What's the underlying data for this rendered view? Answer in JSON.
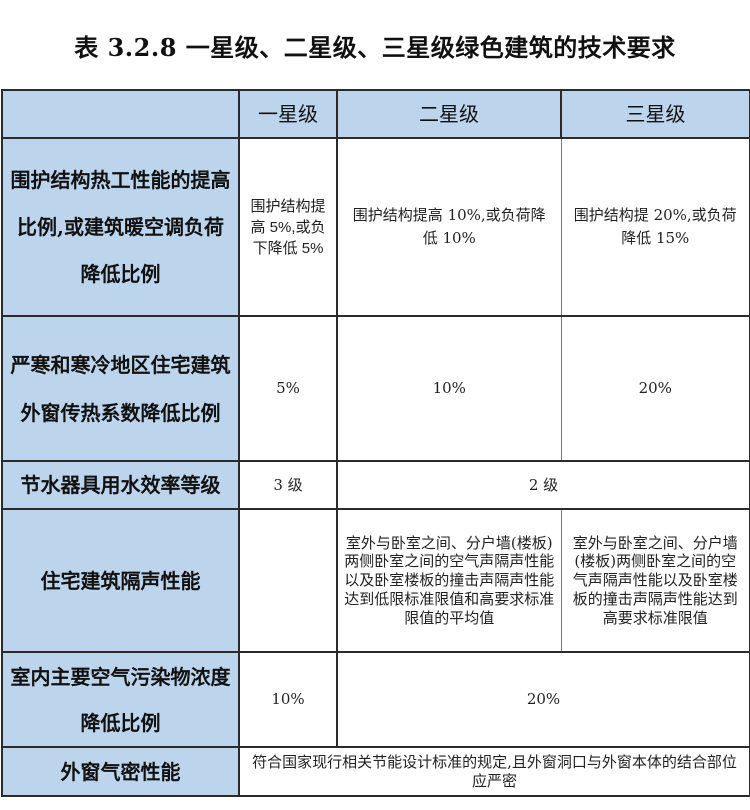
{
  "title": "表 3.2.8  一星级、二星级、三星级绿色建筑的技术要求",
  "table": {
    "headers": [
      "",
      "一星级",
      "二星级",
      "三星级"
    ],
    "rows": [
      {
        "label": "围护结构热工性能的提高比例,或建筑暖空调负荷降低比例",
        "one_star": "围护结构提高 5%,或负下降低 5%",
        "two_star": "围护结构提高 10%,或负荷降低 10%",
        "three_star": "围护结构提 20%,或负荷降低 15%"
      },
      {
        "label": "严寒和寒冷地区住宅建筑外窗传热系数降低比例",
        "one_star": "5%",
        "two_star": "10%",
        "three_star": "20%"
      },
      {
        "label": "节水器具用水效率等级",
        "one_star": "3 级",
        "two_three_star": "2 级"
      },
      {
        "label": "住宅建筑隔声性能",
        "one_star": "",
        "two_star": "室外与卧室之间、分户墙(楼板)两侧卧室之间的空气声隔声性能以及卧室楼板的撞击声隔声性能达到低限标准限值和高要求标准限值的平均值",
        "three_star": "室外与卧室之间、分户墙(楼板)两侧卧室之间的空气声隔声性能以及卧室楼板的撞击声隔声性能达到高要求标准限值"
      },
      {
        "label": "室内主要空气污染物浓度降低比例",
        "one_star": "10%",
        "two_three_star": "20%"
      },
      {
        "label": "外窗气密性能",
        "all_stars": "符合国家现行相关节能设计标准的规定,且外窗洞口与外窗本体的结合部位应严密"
      }
    ]
  },
  "colors": {
    "header_bg": "#bdd5ec",
    "border": "#2b2b2b"
  }
}
